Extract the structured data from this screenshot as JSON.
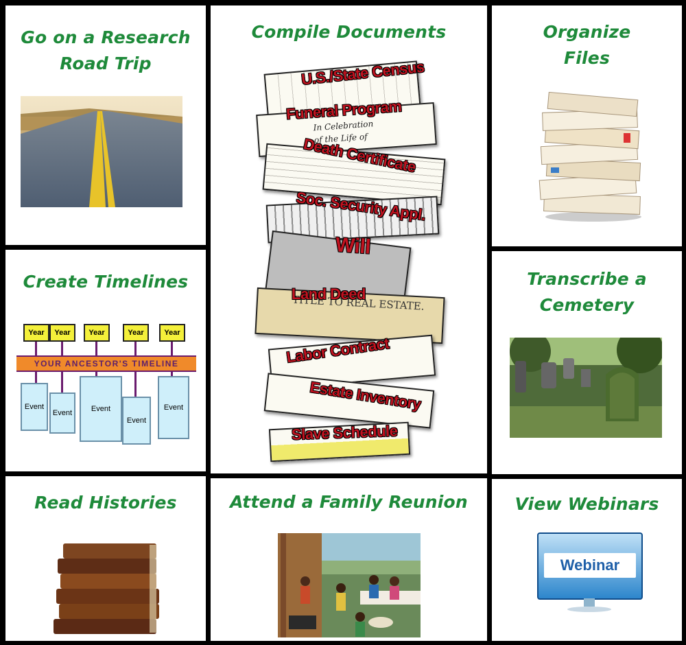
{
  "tiles": {
    "road_trip": "Go on a Research Road Trip",
    "compile": "Compile Documents",
    "organize": "Organize Files",
    "timelines": "Create Timelines",
    "cemetery": "Transcribe a Cemetery",
    "histories": "Read Histories",
    "reunion": "Attend a Family Reunion",
    "webinars": "View Webinars"
  },
  "documents": [
    "U.S./State Census",
    "Funeral Program",
    "Death Certificate",
    "Soc. Security Appl.",
    "Will",
    "Land Deed",
    "Labor Contract",
    "Estate Inventory",
    "Slave Schedule"
  ],
  "timeline": {
    "year_label": "Year",
    "banner": "YOUR ANCESTOR'S TIMELINE",
    "event_label": "Event"
  },
  "webinar_screen": "Webinar",
  "colors": {
    "title_green": "#1e8a3a",
    "label_red": "#c0121f",
    "frame": "#000000"
  }
}
